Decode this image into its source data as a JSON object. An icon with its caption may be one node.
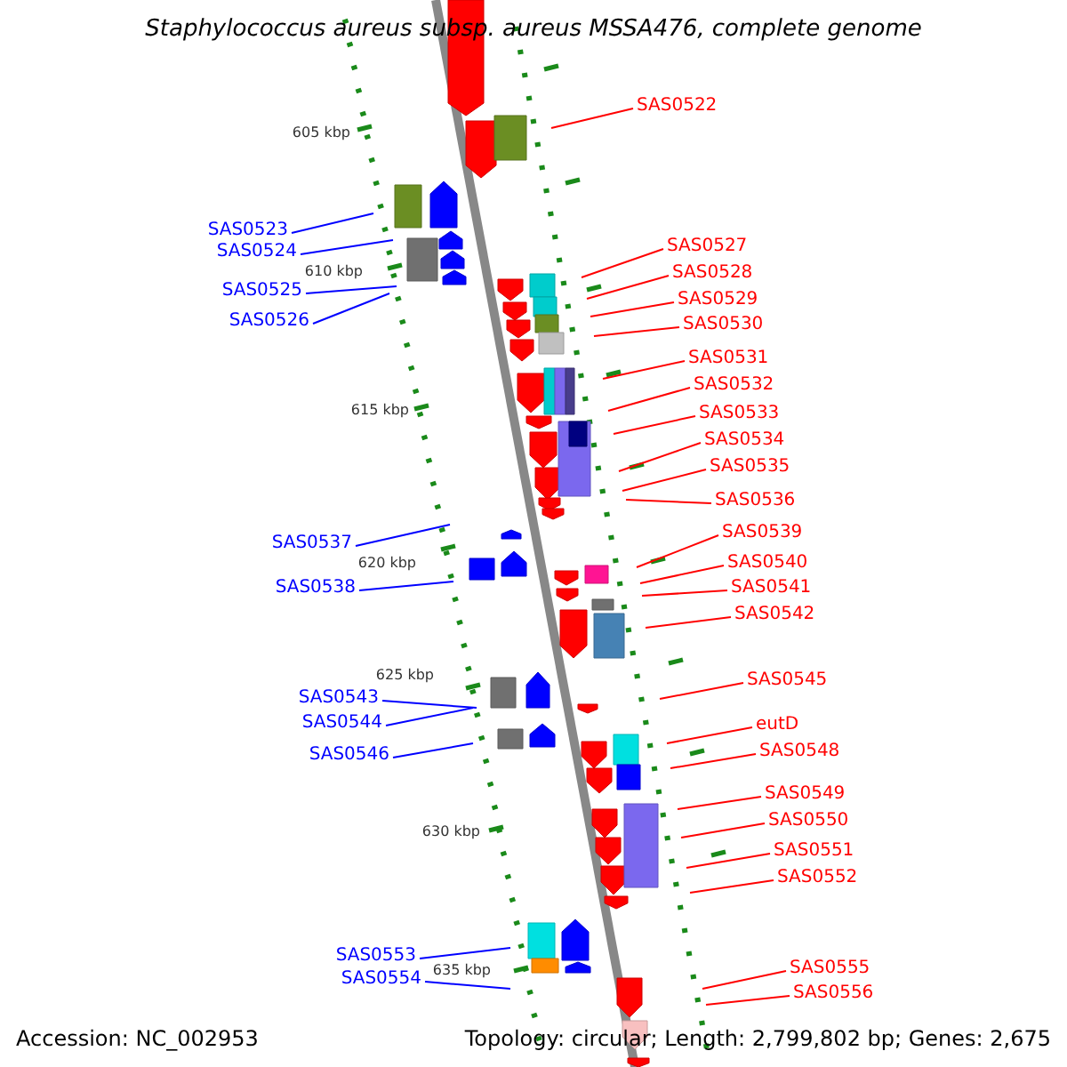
{
  "diagram": {
    "title": "Staphylococcus aureus subsp. aureus MSSA476, complete genome",
    "nodes": [
      {
        "text": [
          "SAS0522"
        ]
      },
      {
        "text": [
          "SAS0523"
        ]
      },
      {
        "text": [
          "SAS0527"
        ]
      },
      {
        "text": [
          "SAS0524"
        ]
      },
      {
        "text": [
          "SAS0528"
        ]
      },
      {
        "text": [
          "SAS0525"
        ]
      },
      {
        "text": [
          "SAS0529"
        ]
      },
      {
        "text": [
          "SAS0526"
        ]
      },
      {
        "text": [
          "SAS0530"
        ]
      },
      {
        "text": [
          "SAS0531"
        ]
      },
      {
        "text": [
          "SAS0532"
        ]
      },
      {
        "text": [
          "SAS0533"
        ]
      },
      {
        "text": [
          "SAS0534"
        ]
      },
      {
        "text": [
          "SAS0535"
        ]
      },
      {
        "text": [
          "SAS0536"
        ]
      },
      {
        "text": [
          "SAS0539"
        ]
      },
      {
        "text": [
          "SAS0537"
        ]
      },
      {
        "text": [
          "SAS0540"
        ]
      },
      {
        "text": [
          "SAS0538"
        ]
      },
      {
        "text": [
          "SAS0541"
        ]
      },
      {
        "text": [
          "SAS0542"
        ]
      },
      {
        "text": [
          "SAS0545"
        ]
      },
      {
        "text": [
          "SAS0543"
        ]
      },
      {
        "text": [
          "SAS0544"
        ]
      },
      {
        "text": [
          "eutD"
        ]
      },
      {
        "text": [
          "SAS0548"
        ]
      },
      {
        "text": [
          "SAS0546"
        ]
      },
      {
        "text": [
          "SAS0549"
        ]
      },
      {
        "text": [
          "SAS0550"
        ]
      },
      {
        "text": [
          "SAS0551"
        ]
      },
      {
        "text": [
          "SAS0552"
        ]
      },
      {
        "text": [
          "SAS0553"
        ]
      },
      {
        "text": [
          "SAS0555"
        ]
      },
      {
        "text": [
          "SAS0554"
        ]
      },
      {
        "text": [
          "SAS0556"
        ]
      }
    ],
    "edges": [
      {
        "from": 0,
        "to": null,
        "arrow": "none"
      },
      {
        "from": 1,
        "to": null,
        "arrow": "none",
        "color": "#0000ff"
      },
      {
        "from": 2,
        "to": null,
        "arrow": "none"
      },
      {
        "from": 3,
        "to": null,
        "arrow": "none",
        "color": "#0000ff"
      },
      {
        "from": 4,
        "to": null,
        "arrow": "none"
      },
      {
        "from": 5,
        "to": null,
        "arrow": "none",
        "color": "#0000ff"
      },
      {
        "from": 6,
        "to": null,
        "arrow": "none"
      },
      {
        "from": 7,
        "to": null,
        "arrow": "none",
        "color": "#0000ff"
      },
      {
        "from": 8,
        "to": null,
        "arrow": "none"
      },
      {
        "from": 9,
        "to": null,
        "arrow": "none"
      },
      {
        "from": 10,
        "to": null,
        "arrow": "none"
      },
      {
        "from": 11,
        "to": null,
        "arrow": "none"
      },
      {
        "from": 12,
        "to": null,
        "arrow": "none"
      },
      {
        "from": 13,
        "to": null,
        "arrow": "none"
      },
      {
        "from": 14,
        "to": null,
        "arrow": "none"
      },
      {
        "from": 15,
        "to": null,
        "arrow": "none"
      },
      {
        "from": 16,
        "to": null,
        "arrow": "none",
        "color": "#0000ff"
      },
      {
        "from": 17,
        "to": null,
        "arrow": "none"
      },
      {
        "from": 18,
        "to": null,
        "arrow": "none",
        "color": "#0000ff"
      },
      {
        "from": 19,
        "to": null,
        "arrow": "none"
      },
      {
        "from": 20,
        "to": null,
        "arrow": "none"
      },
      {
        "from": 21,
        "to": null,
        "arrow": "none"
      },
      {
        "from": 22,
        "to": null,
        "arrow": "none",
        "color": "#0000ff"
      },
      {
        "from": 23,
        "to": null,
        "arrow": "none",
        "color": "#0000ff"
      },
      {
        "from": 24,
        "to": null,
        "arrow": "none"
      },
      {
        "from": 25,
        "to": null,
        "arrow": "none"
      },
      {
        "from": 26,
        "to": null,
        "arrow": "none",
        "color": "#0000ff"
      },
      {
        "from": 27,
        "to": null,
        "arrow": "none"
      },
      {
        "from": 28,
        "to": null,
        "arrow": "none"
      },
      {
        "from": 29,
        "to": null,
        "arrow": "none"
      },
      {
        "from": 30,
        "to": null,
        "arrow": "none"
      },
      {
        "from": 31,
        "to": null,
        "arrow": "none",
        "color": "#0000ff"
      },
      {
        "from": 32,
        "to": null,
        "arrow": "none"
      },
      {
        "from": 33,
        "to": null,
        "arrow": "none",
        "color": "#0000ff"
      },
      {
        "from": 34,
        "to": null,
        "arrow": "none"
      }
    ],
    "labels": [
      "605 kbp",
      "610 kbp",
      "615 kbp",
      "620 kbp",
      "625 kbp",
      "630 kbp",
      "635 kbp",
      "Accession: NC_002953",
      "Topology: circular; Length: 2,799,802 bp; Genes: 2,675"
    ]
  }
}
